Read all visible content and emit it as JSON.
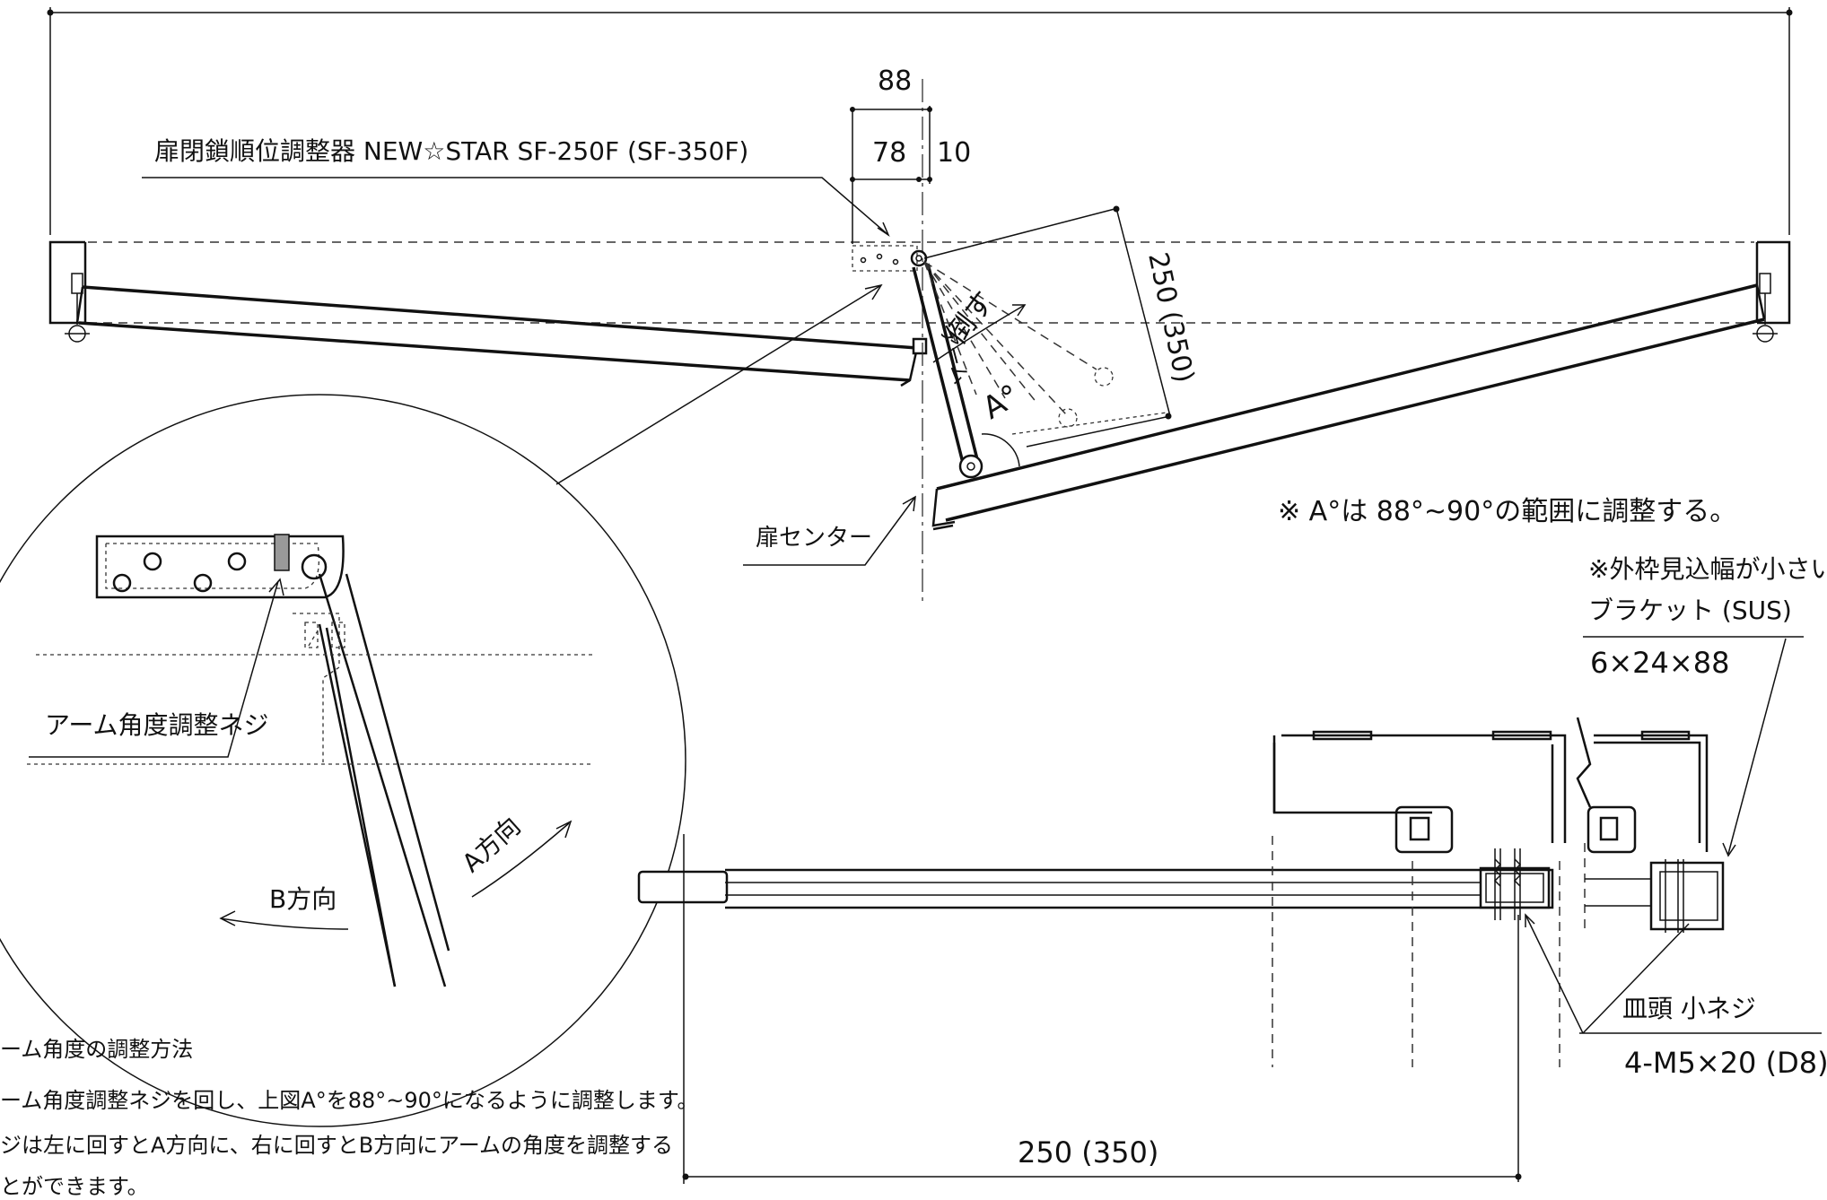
{
  "labels": {
    "product": "扉閉鎖順位調整器 NEW☆STAR SF-250F (SF-350F)",
    "dim_88": "88",
    "dim_78": "78",
    "dim_10": "10",
    "dim_250_vertical": "250 (350)",
    "fold": "倒す",
    "arm": "アーム",
    "angle_a": "A°",
    "door_center": "扉センター",
    "angle_note": "※ A°は 88°~90°の範囲に調整する。",
    "arm_screw": "アーム角度調整ネジ",
    "dir_a": "A方向",
    "dir_b": "B方向",
    "bracket_note_1": "※外枠見込幅が小さい時",
    "bracket_note_2": "ブラケット (SUS)",
    "bracket_size": "6×24×88",
    "screw_name": "皿頭 小ネジ",
    "screw_spec": "4-M5×20 (D8)",
    "dim_250_bottom": "250 (350)"
  },
  "procedure": {
    "title": "ーム角度の調整方法",
    "line1": "ーム角度調整ネジを回し、上図A°を88°~90°になるように調整します。",
    "line2": "ジは左に回すとA方向に、右に回すとB方向にアームの角度を調整する",
    "line3": "とができます。"
  },
  "colors": {
    "line": "#111111",
    "background": "#ffffff"
  }
}
